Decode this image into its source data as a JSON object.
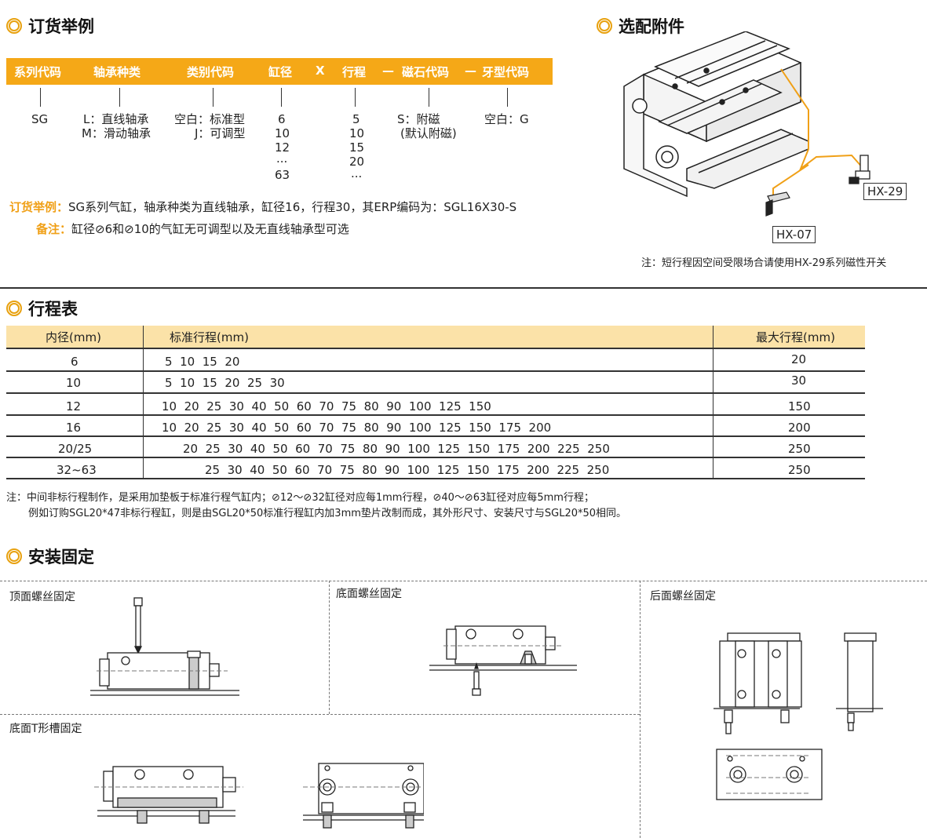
{
  "sections": {
    "order_example": "订货举例",
    "accessories": "选配附件",
    "stroke_table": "行程表",
    "mounting": "安装固定"
  },
  "order_code": {
    "headers": [
      "系列代码",
      "轴承种类",
      "类别代码",
      "缸径",
      "X",
      "行程",
      "—",
      "磁石代码",
      "—",
      "牙型代码"
    ],
    "series": "SG",
    "bearing": [
      "L：直线轴承",
      "M：滑动轴承"
    ],
    "category": [
      "空白：标准型",
      "J：可调型"
    ],
    "bore": [
      "6",
      "10",
      "12",
      "...",
      "63"
    ],
    "stroke": [
      "5",
      "10",
      "15",
      "20",
      "..."
    ],
    "magnet": [
      "S：附磁",
      "(默认附磁)"
    ],
    "thread": "空白：G"
  },
  "example": {
    "label": "订货举例：",
    "text": "SG系列气缸，轴承种类为直线轴承，缸径16，行程30，其ERP编码为：SGL16X30-S",
    "note_label": "备注：",
    "note_text": "缸径⊘6和⊘10的气缸无可调型以及无直线轴承型可选"
  },
  "accessories": {
    "hx29": "HX-29",
    "hx07": "HX-07",
    "note": "注：短行程因空间受限场合请使用HX-29系列磁性开关"
  },
  "stroke_table": {
    "headers": [
      "内径(mm)",
      "标准行程(mm)",
      "最大行程(mm)"
    ],
    "rows": [
      {
        "bore": "6",
        "std": "5  10  15  20",
        "max": "20"
      },
      {
        "bore": "10",
        "std": "5  10  15  20  25  30",
        "max": "30"
      },
      {
        "bore": "12",
        "std": "10  20  25  30  40  50  60  70  75  80  90  100  125  150",
        "max": "150"
      },
      {
        "bore": "16",
        "std": "10  20  25  30  40  50  60  70  75  80  90  100  125  150  175  200",
        "max": "200"
      },
      {
        "bore": "20/25",
        "std": "20  25  30  40  50  60  70  75  80  90  100  125  150  175  200  225  250",
        "max": "250"
      },
      {
        "bore": "32~63",
        "std": "25  30  40  50  60  70  75  80  90  100  125  150  175  200  225  250",
        "max": "250"
      }
    ],
    "note1": "注：中间非标行程制作，是采用加垫板于标准行程气缸内；⊘12～⊘32缸径对应每1mm行程，⊘40～⊘63缸径对应每5mm行程；",
    "note2": "例如订购SGL20*47非标行程缸，则是由SGL20*50标准行程缸内加3mm垫片改制而成，其外形尺寸、安装尺寸与SGL20*50相同。"
  },
  "mounting": {
    "top_screw": "顶面螺丝固定",
    "bottom_screw": "底面螺丝固定",
    "rear_screw": "后面螺丝固定",
    "bottom_tslot": "底面T形槽固定"
  },
  "colors": {
    "accent": "#f5a817",
    "table_head": "#fbe2a8"
  }
}
